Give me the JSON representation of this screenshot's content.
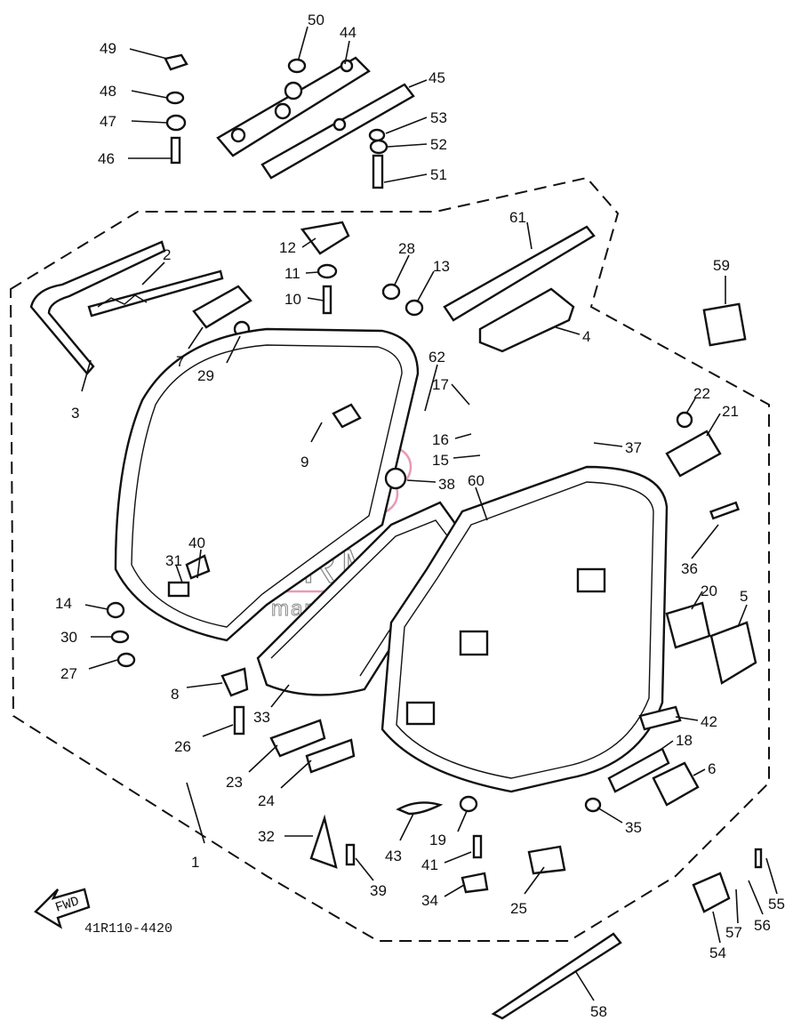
{
  "diagram": {
    "code": "41R110-4420",
    "direction_label": "FWD",
    "watermark": {
      "brand": "ARMADA",
      "tagline": "marine outboards"
    },
    "callouts": [
      "1",
      "2",
      "3",
      "4",
      "5",
      "6",
      "7",
      "8",
      "9",
      "10",
      "11",
      "12",
      "13",
      "14",
      "15",
      "16",
      "17",
      "18",
      "19",
      "20",
      "21",
      "22",
      "23",
      "24",
      "25",
      "26",
      "27",
      "28",
      "29",
      "30",
      "31",
      "32",
      "33",
      "34",
      "35",
      "36",
      "37",
      "38",
      "39",
      "40",
      "41",
      "42",
      "43",
      "44",
      "45",
      "46",
      "47",
      "48",
      "49",
      "50",
      "51",
      "52",
      "53",
      "54",
      "55",
      "56",
      "57",
      "58",
      "59",
      "60",
      "61",
      "62"
    ]
  }
}
